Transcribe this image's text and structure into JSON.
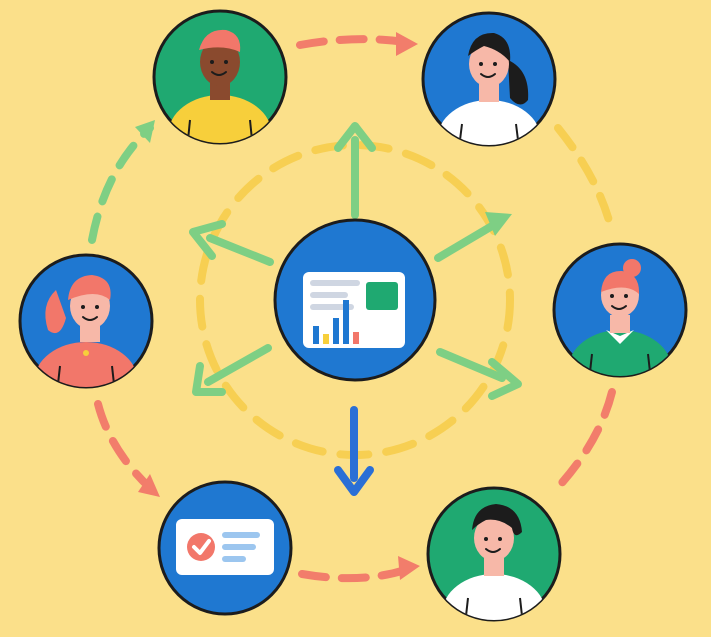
{
  "colors": {
    "background": "#fbe08a",
    "ring_dash": "#f7cf52",
    "arrow_green": "#7ecf84",
    "arrow_salmon": "#f27d6b",
    "arrow_blue": "#2a6fd6",
    "arrow_yellow_dash": "#f7cf52",
    "node_blue": "#1f78d1",
    "node_green": "#1fa971",
    "outline": "#1c1c1c"
  },
  "hub": {
    "icon": "dashboard-chart-icon"
  },
  "nodes": [
    {
      "id": "person-top-left",
      "icon": "person-avatar-icon",
      "bg": "green",
      "shirt": "#f7cf3b",
      "skin": "#8a4a2e",
      "hair": "#f2776a"
    },
    {
      "id": "person-top-right",
      "icon": "person-avatar-icon",
      "bg": "blue",
      "shirt": "#ffffff",
      "skin": "#f7b8a8",
      "hair": "#1c1c1c"
    },
    {
      "id": "person-right",
      "icon": "person-avatar-icon",
      "bg": "blue",
      "shirt": "#1fa971",
      "skin": "#f7b8a8",
      "hair": "#f2776a"
    },
    {
      "id": "person-bottom-right",
      "icon": "person-avatar-icon",
      "bg": "green",
      "shirt": "#ffffff",
      "skin": "#f7b8a8",
      "hair": "#1c1c1c"
    },
    {
      "id": "task-card-bottom-left",
      "icon": "checklist-card-icon",
      "bg": "blue"
    },
    {
      "id": "person-left",
      "icon": "person-avatar-icon",
      "bg": "blue",
      "shirt": "#f2776a",
      "skin": "#f7b8a8",
      "hair": "#f2776a"
    }
  ]
}
